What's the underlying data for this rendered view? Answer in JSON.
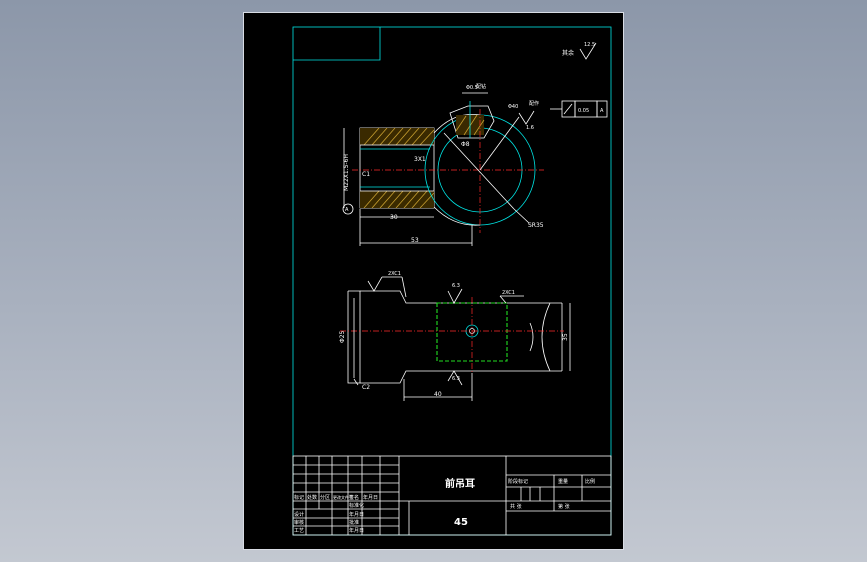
{
  "drawing": {
    "surface_note": "其余",
    "surface_roughness": "12.5",
    "thread": "M22X1.5-6H",
    "chamfer_left": "C1",
    "chamfer_3x1": "3X1",
    "len_30": "30",
    "len_53": "53",
    "sphere_radius": "SR35",
    "hole_dia": "Φ8",
    "small_dia": "Φ0.5",
    "top_dia": "Φ40",
    "fit_label": "配作",
    "tolerance_value": "0.05",
    "datum_a": "A",
    "roughness_top": "1.6",
    "hole_top_note": "配钻",
    "bottom_left_chamfer": "2XC1",
    "bottom_right_chamfer": "2XC1",
    "bottom_roughness_top": "6.3",
    "bottom_roughness_bottom": "6.3",
    "bottom_dia_left": "Φ25",
    "bottom_chamfer_c2": "C2",
    "bottom_len_40": "40",
    "bottom_height_35": "35"
  },
  "title_block": {
    "part_name": "前吊耳",
    "material": "45",
    "stage_mark": "阶段标记",
    "weight": "重量",
    "scale": "比例",
    "sheets": "共 张",
    "sheet_no": "第 张",
    "row_labels": [
      "标记",
      "处数",
      "分区",
      "更改文件号",
      "签名",
      "年月日"
    ],
    "design": "设计",
    "check": "审核",
    "process": "工艺",
    "standard": "标准化",
    "approve": "批准",
    "date_col": "年月日"
  }
}
